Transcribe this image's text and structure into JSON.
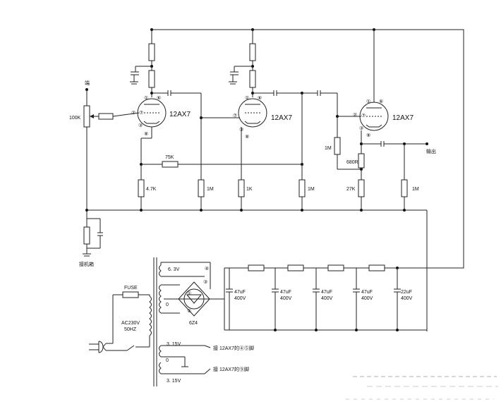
{
  "tubes": [
    {
      "label": "12AX7"
    },
    {
      "label": "12AX7"
    },
    {
      "label": "12AX7"
    }
  ],
  "pins": [
    "①",
    "⑥",
    "②",
    "⑦",
    "③",
    "⑧"
  ],
  "rectifier": {
    "label": "6Z4",
    "pins": [
      "①",
      "②",
      "③",
      "④"
    ]
  },
  "labels": {
    "input": "端",
    "volume": "100K",
    "output": "输出",
    "chassis": "接机箱",
    "r_feedback": "75K",
    "r_cathode1": "4.7K",
    "r_grid2": "1M",
    "r_cathode2": "1K",
    "r_grid3": "1M",
    "r_grid_cf": "1M",
    "r_cathode_cf": "680R",
    "r_cathode_cf2": "27K",
    "r_out": "1M"
  },
  "power": {
    "fuse": "FUSE",
    "mains": "AC230V",
    "freq": "50HZ",
    "heater_rect": "6. 3V",
    "zero": "0",
    "heater_a": "3. 15V",
    "heater_b": "3. 15V",
    "note_a": "接 12AX7的④⑤脚",
    "note_b": "接 12AX7的⑨脚"
  },
  "caps": [
    "47uF",
    "400V",
    "47uF",
    "400V",
    "47uF",
    "400V",
    "47uF",
    "400V",
    "22uF",
    "400V"
  ]
}
